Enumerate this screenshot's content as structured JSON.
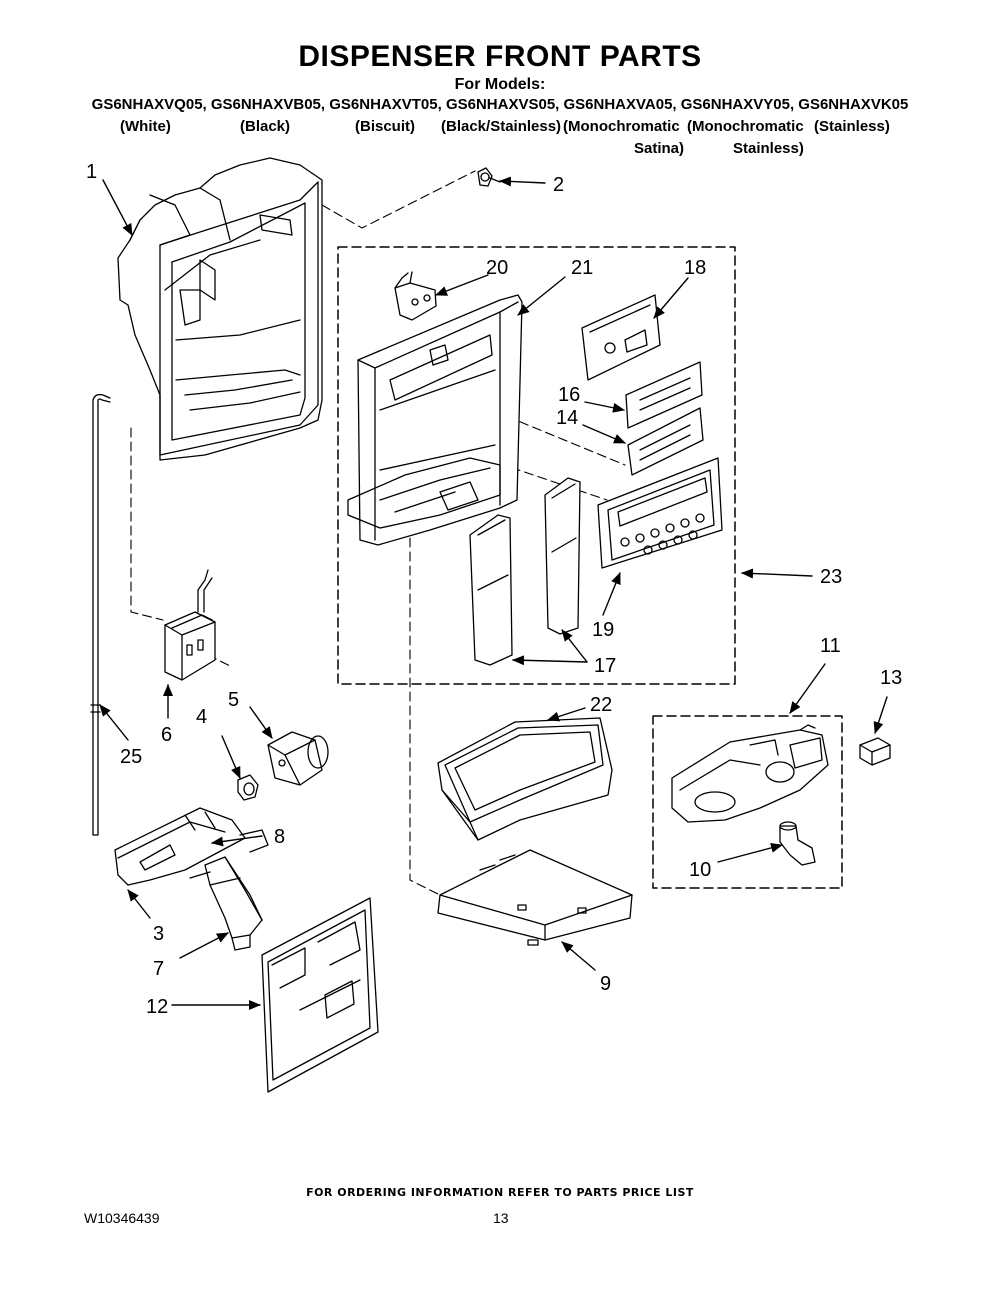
{
  "header": {
    "title": "DISPENSER FRONT PARTS",
    "for_models": "For Models:",
    "models": "GS6NHAXVQ05, GS6NHAXVB05, GS6NHAXVT05, GS6NHAXVS05, GS6NHAXVA05, GS6NHAXVY05, GS6NHAXVK05",
    "variants": [
      "(White)",
      "(Black)",
      "(Biscuit)",
      "(Black/Stainless)",
      "(Monochromatic",
      "(Monochromatic",
      "(Stainless)"
    ],
    "variants_line2": [
      "Satina)",
      "Stainless)"
    ]
  },
  "callouts": [
    "1",
    "2",
    "20",
    "21",
    "18",
    "16",
    "14",
    "23",
    "19",
    "17",
    "6",
    "5",
    "4",
    "25",
    "8",
    "3",
    "7",
    "12",
    "22",
    "9",
    "11",
    "13",
    "10"
  ],
  "footer": {
    "ordering_note": "FOR ORDERING INFORMATION REFER TO PARTS PRICE LIST",
    "doc_id": "W10346439",
    "page_number": "13"
  }
}
